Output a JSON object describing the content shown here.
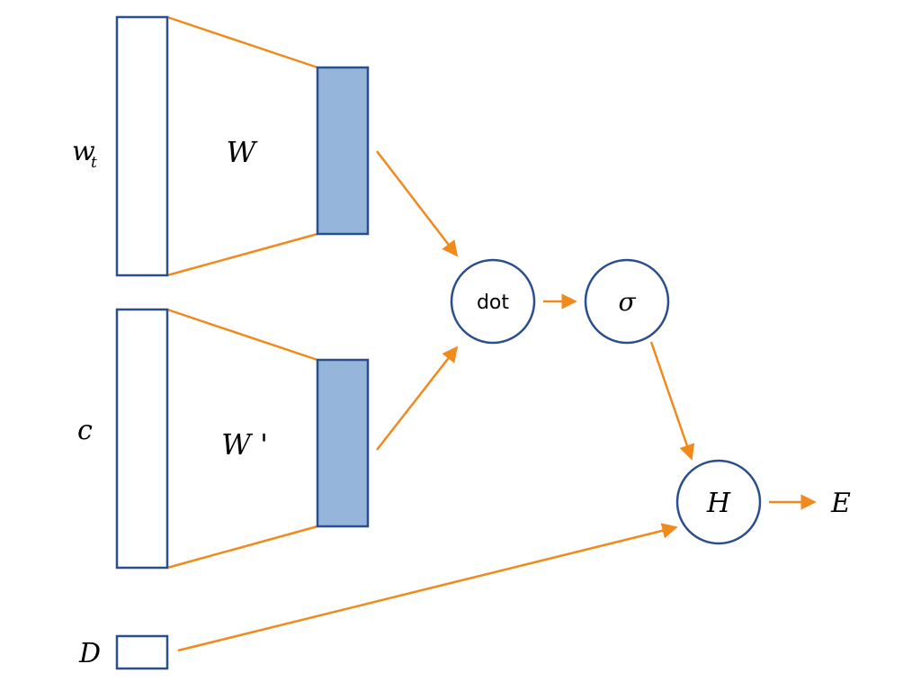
{
  "colors": {
    "box_stroke": "#2B4E8C",
    "box_fill": "#95B6DA",
    "arrow": "#F08A1C",
    "text": "#000000"
  },
  "labels": {
    "wt_main": "w",
    "wt_sub": "t",
    "c": "c",
    "d": "D",
    "w": "W",
    "w_prime": "W '",
    "e": "E"
  },
  "nodes": {
    "dot": "dot",
    "sigma": "σ",
    "h": "H"
  }
}
